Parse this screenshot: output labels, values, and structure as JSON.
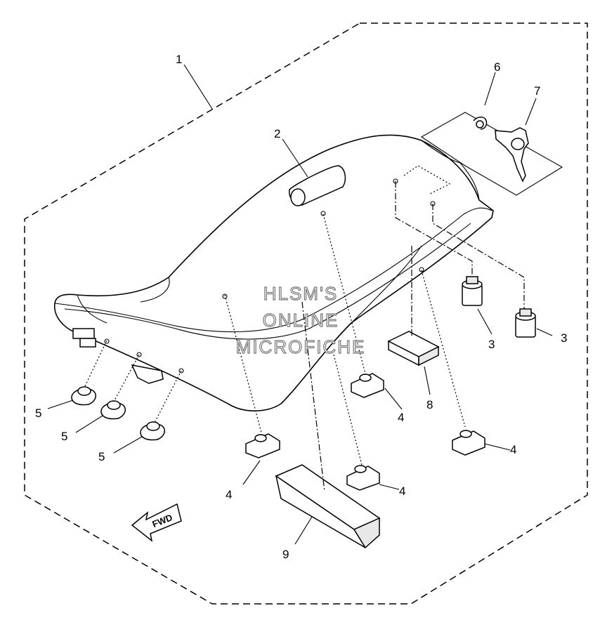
{
  "watermark": {
    "line1": "HLSM'S",
    "line2": "ONLINE",
    "line3": "MICROFICHE"
  },
  "fwd_arrow": {
    "label": "FWD"
  },
  "callouts": {
    "c1": "1",
    "c2": "2",
    "c3a": "3",
    "c3b": "3",
    "c4a": "4",
    "c4b": "4",
    "c4c": "4",
    "c4d": "4",
    "c5a": "5",
    "c5b": "5",
    "c5c": "5",
    "c6": "6",
    "c7": "7",
    "c8": "8",
    "c9": "9"
  }
}
